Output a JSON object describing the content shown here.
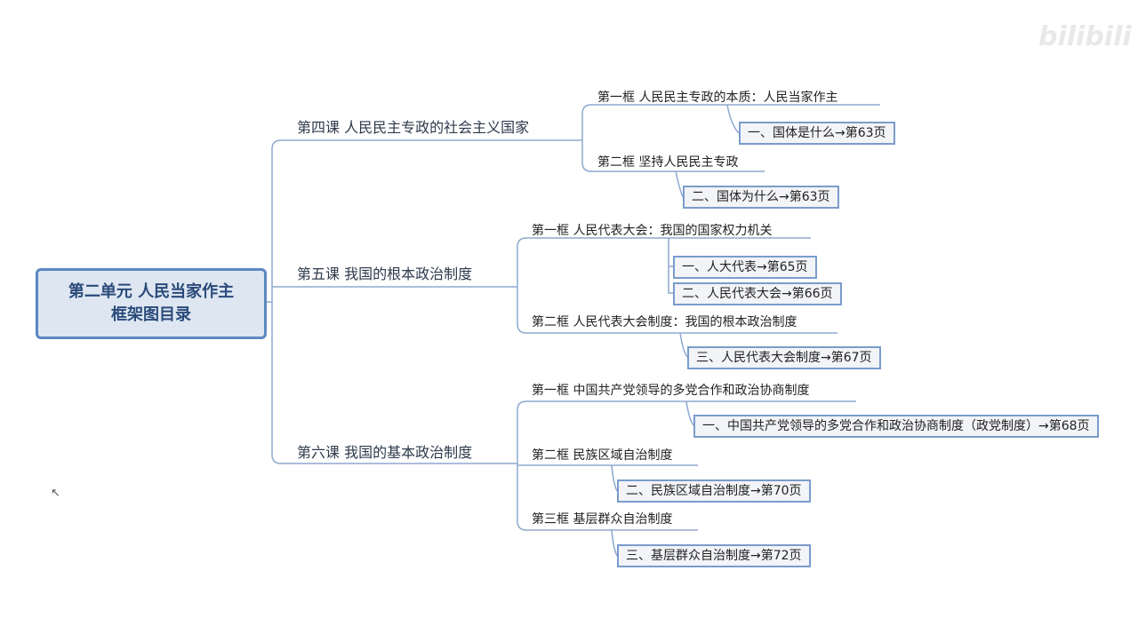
{
  "root": {
    "line1": "第二单元 人民当家作主",
    "line2": "框架图目录"
  },
  "lessons": [
    {
      "title": "第四课 人民民主专政的社会主义国家",
      "frames": [
        {
          "title": "第一框 人民民主专政的本质：人民当家作主",
          "items": [
            "一、国体是什么→第63页"
          ]
        },
        {
          "title": "第二框 坚持人民民主专政",
          "items": [
            "二、国体为什么→第63页"
          ]
        }
      ]
    },
    {
      "title": "第五课 我国的根本政治制度",
      "frames": [
        {
          "title": "第一框 人民代表大会：我国的国家权力机关",
          "items": [
            "一、人大代表→第65页",
            "二、人民代表大会→第66页"
          ]
        },
        {
          "title": "第二框 人民代表大会制度：我国的根本政治制度",
          "items": [
            "三、人民代表大会制度→第67页"
          ]
        }
      ]
    },
    {
      "title": "第六课 我国的基本政治制度",
      "frames": [
        {
          "title": "第一框 中国共产党领导的多党合作和政治协商制度",
          "items": [
            "一、中国共产党领导的多党合作和政治协商制度（政党制度）→第68页"
          ]
        },
        {
          "title": "第二框 民族区域自治制度",
          "items": [
            "二、民族区域自治制度→第70页"
          ]
        },
        {
          "title": "第三框 基层群众自治制度",
          "items": [
            "三、基层群众自治制度→第72页"
          ]
        }
      ]
    }
  ],
  "watermark_logo": "bilibili",
  "colors": {
    "line": "#8fa9cf",
    "box_border": "#7a9ccc",
    "root_fill": "#dde6f1",
    "root_border": "#5b88c0"
  }
}
